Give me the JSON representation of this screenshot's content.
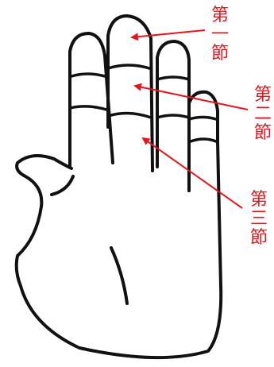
{
  "labels": [
    {
      "id": "first-segment",
      "text": "第\n一\n節"
    },
    {
      "id": "second-segment",
      "text": "第\n二\n節"
    },
    {
      "id": "third-segment",
      "text": "第\n三\n節"
    }
  ],
  "colors": {
    "label": "#e8141c",
    "arrow": "#e8141c",
    "outline": "#111111",
    "background": "#ffffff"
  }
}
